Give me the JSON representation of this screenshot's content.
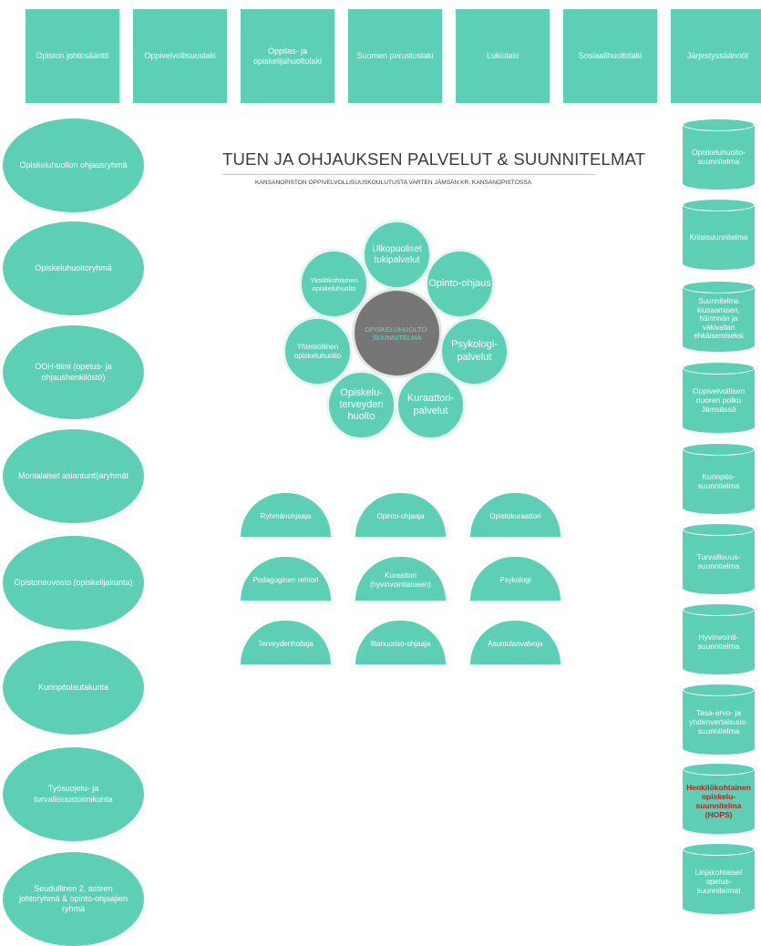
{
  "laws": [
    "Opiston johtosääntö",
    "Oppivelvollisuuslaki",
    "Oppilas- ja opiskelijahuoltolaki",
    "Suomen perustuslaki",
    "Lukiolaki",
    "Sosiaalihuoltolaki",
    "Järjestyssäännöt"
  ],
  "groups": [
    "Opiskeluhuollon ohjausryhmä",
    "Opiskeluhuoltoryhmä",
    "OOH-tiimi (opetus- ja ohjaushenkilöstö)",
    "Monialaiset asiantuntijaryhmät",
    "Opistoneuvosto (opiskelijakunta)",
    "Kurinpitolautakunta",
    "Työsuojelu- ja turvallisuustoimikunta",
    "Seudullinen 2. asteen johtoryhmä & opinto-ohjaajien ryhmä"
  ],
  "plans": [
    "Opiskeluhuolto-suunnitelma",
    "Kriisisuunnitelma",
    "Suunnitelma kiusaamisen, häirinnän ja väkivallan ehkäisemiseksi",
    "Oppivelvollisen nuoren polku Jämsässä",
    "Kurinpito-suunnitelma",
    "Turvallisuus-suunnitelma",
    "Hyvinvointi-suunnitelma",
    "Tasa-arvo- ja yhdenvertaisuus-suunnitelma",
    "Henkilökohtainen opiskelu-suunnitelma (HOPS)",
    "Linjakohtaiset opetus-suunnitelmat"
  ],
  "highlight_color": "#d0161b",
  "accent_color": "#5ccfb5",
  "title": "TUEN JA OHJAUKSEN PALVELUT & SUUNNITELMAT",
  "subtitle": "KANSANOPISTON OPPIVELVOLLISUUSKOULUTUSTA VARTEN JÄMSÄN KR. KANSANOPISTOSSA",
  "center": "OPISKELUHUOLTO-SUUNNITELMA",
  "petals": [
    "Ulkopuoliset tukipalvelut",
    "Opinto-ohjaus",
    "Psykologi-palvelut",
    "Kuraattori-palvelut",
    "Opiskelu-terveyden huolto",
    "Yhteisöllinen opiskeluhuolto",
    "Yksilökohtainen opiskeluhuolto"
  ],
  "roles": [
    "Ryhmänohjaaja",
    "Opinto-ohjaaja",
    "Opistokuraattori",
    "Pedagoginen rehtori",
    "Kuraattori (hyvinvointialueen)",
    "Psykologi",
    "Terveydenhoitaja",
    "Iltanuoriso-ohjaaja",
    "Asuntolanvalvoja"
  ]
}
